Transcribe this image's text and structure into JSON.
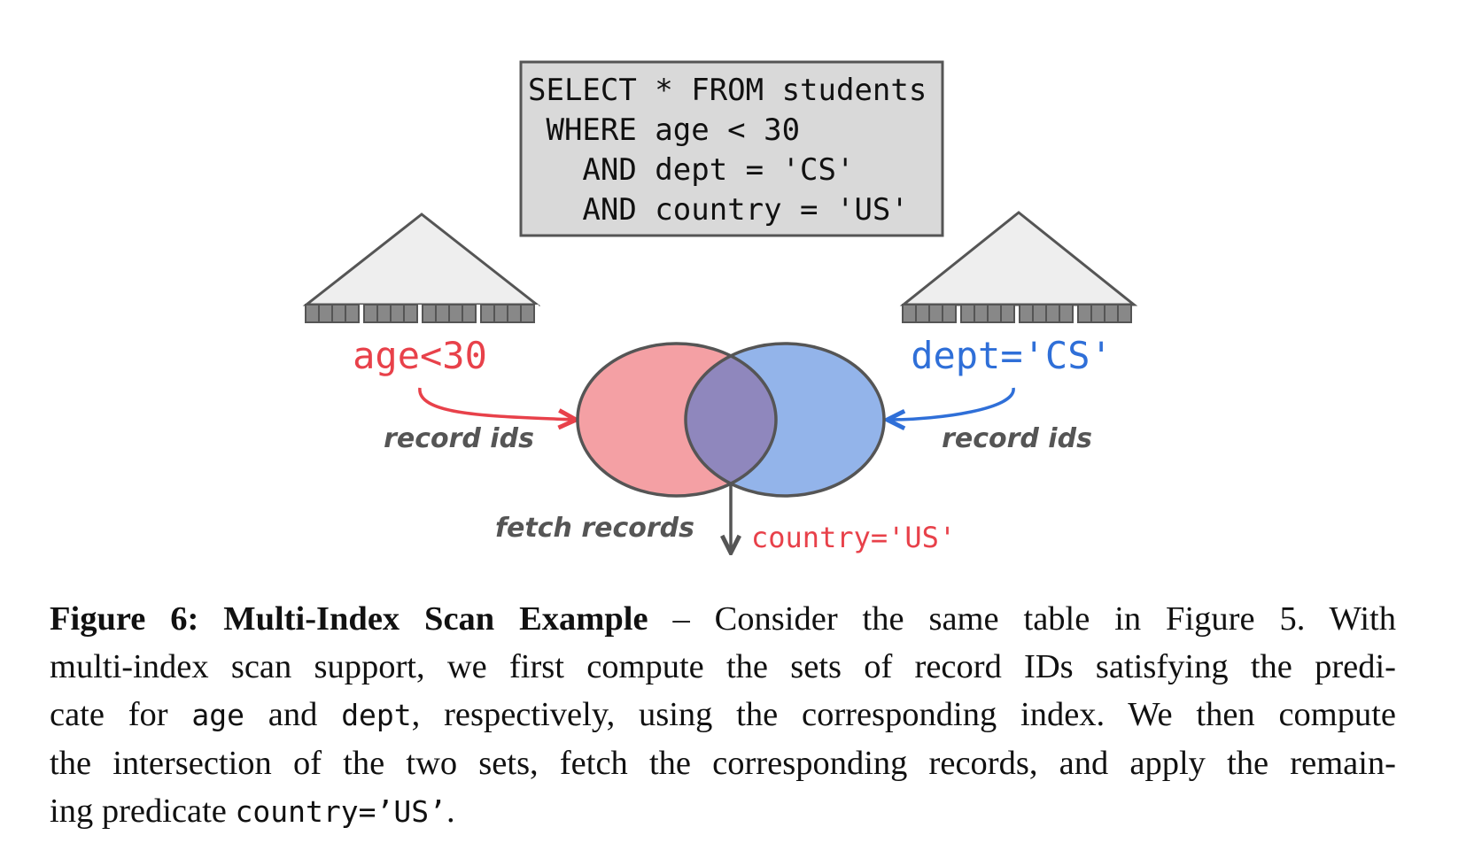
{
  "query": {
    "lines": [
      {
        "keyword": "SELECT",
        "rest": " * FROM students"
      },
      {
        "keyword": " WHERE",
        "rest": " age < 30"
      },
      {
        "keyword": "   AND",
        "rest": " dept = 'CS'"
      },
      {
        "keyword": "   AND",
        "rest": " country = 'US'"
      }
    ]
  },
  "left_index": {
    "predicate": "age<30",
    "arrow_label": "record ids",
    "color": "#e8414a"
  },
  "right_index": {
    "predicate": "dept='CS'",
    "arrow_label": "record ids",
    "color": "#2f6fd8"
  },
  "venn": {
    "left_fill": "#f4a0a4",
    "right_fill": "#93b4ea",
    "overlap_fill": "#8f87bd"
  },
  "output": {
    "fetch_label": "fetch records",
    "filter_predicate": "country='US'",
    "filter_color": "#e8414a"
  },
  "caption": {
    "figure_label": "Figure 6: Multi-Index Scan Example",
    "line1_rest": " – Consider the same table in Figure 5. With",
    "line2": "multi-index scan support, we first compute the sets of record IDs satisfying the predi-",
    "line3_a": "cate for ",
    "line3_code1": "age",
    "line3_b": " and ",
    "line3_code2": "dept",
    "line3_c": ", respectively, using the corresponding index. We then compute",
    "line4": "the intersection of the two sets, fetch the corresponding records, and apply the remain-",
    "line5_a": "ing predicate ",
    "line5_code": "country=’US’",
    "line5_b": "."
  }
}
